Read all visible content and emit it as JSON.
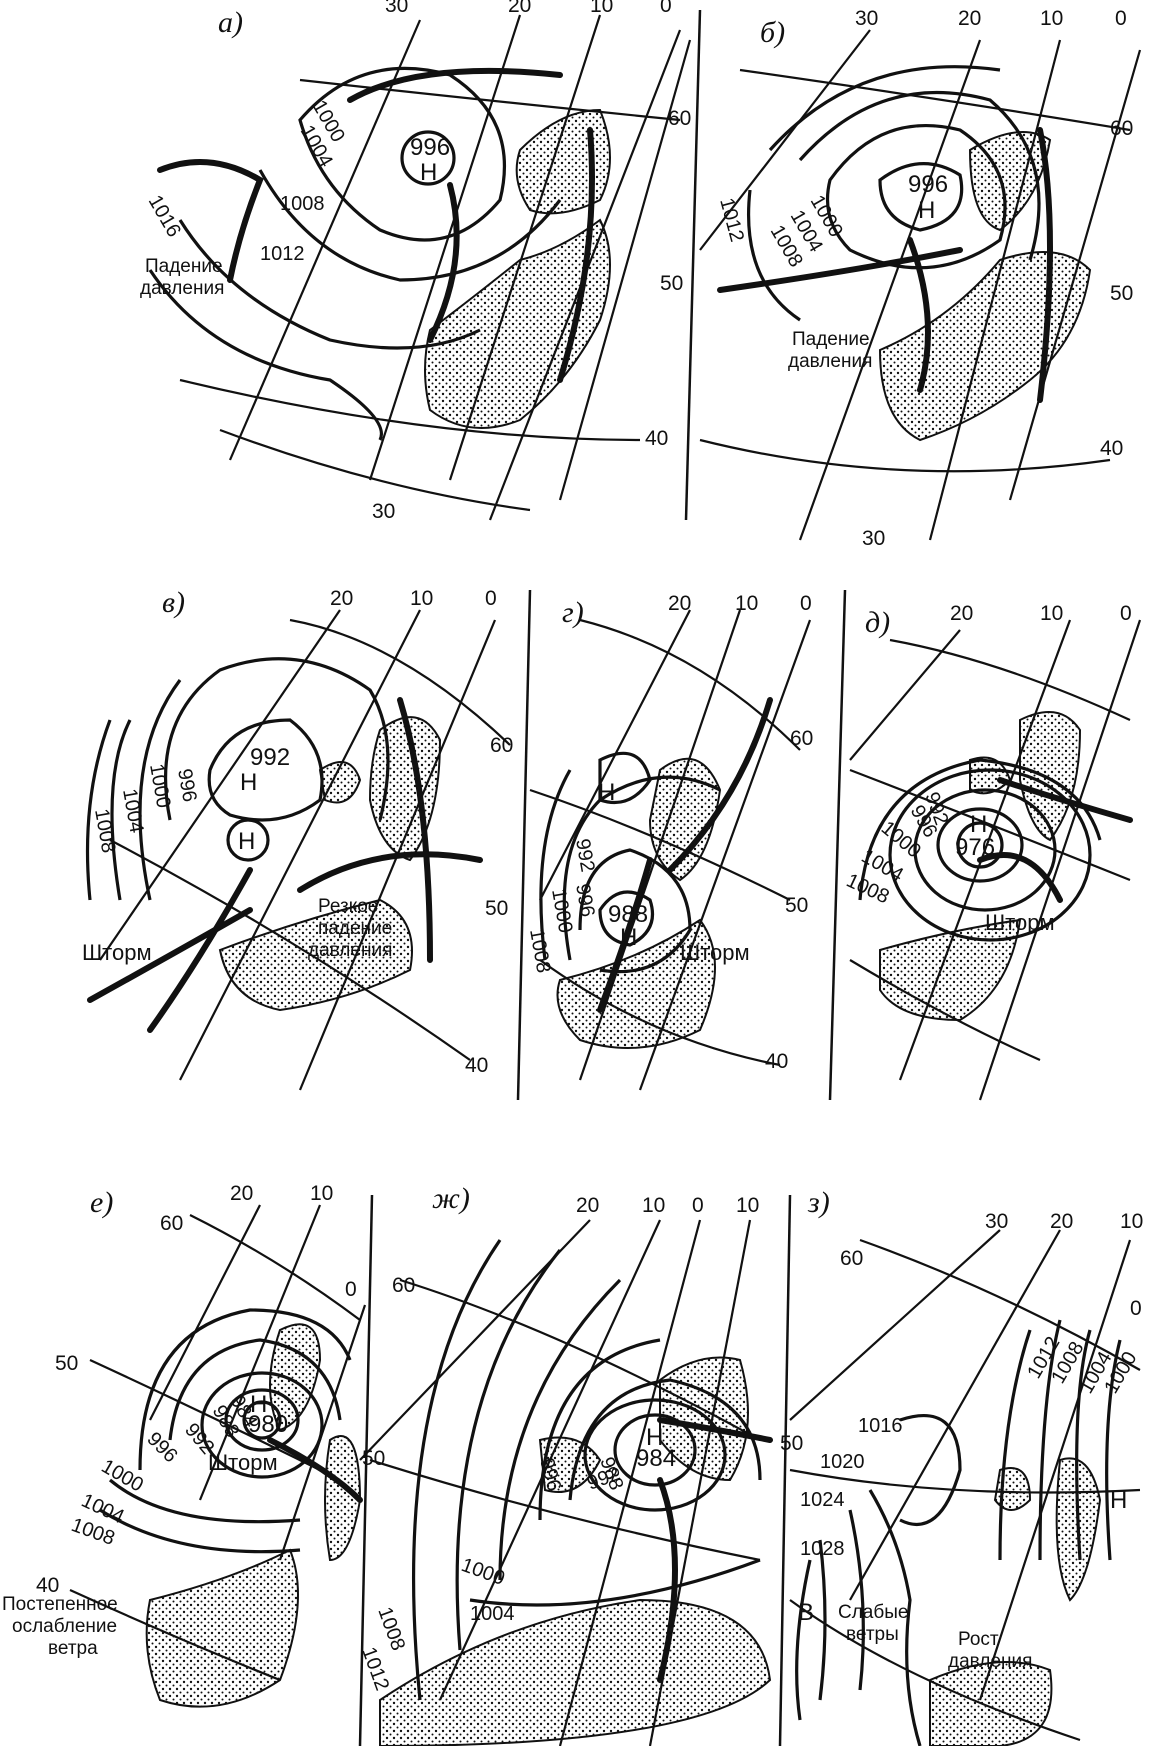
{
  "panels": [
    {
      "id": "a",
      "label": "а)",
      "pressure_center": "996",
      "center_letter": "Н",
      "longitudes": [
        "30",
        "20",
        "10",
        "0"
      ],
      "latitudes": [
        "60",
        "50",
        "40",
        "30"
      ],
      "isobars": [
        "1000",
        "1004",
        "1008",
        "1012",
        "1016"
      ],
      "note": [
        "Падение",
        "давления"
      ]
    },
    {
      "id": "b",
      "label": "б)",
      "pressure_center": "996",
      "center_letter": "Н",
      "longitudes": [
        "30",
        "20",
        "10",
        "0"
      ],
      "latitudes": [
        "60",
        "50",
        "40",
        "30"
      ],
      "isobars": [
        "1000",
        "1004",
        "1008",
        "1012"
      ],
      "note": [
        "Падение",
        "давления"
      ]
    },
    {
      "id": "v",
      "label": "в)",
      "pressure_center": "992",
      "center_letter": "Н",
      "second_center": "Н",
      "longitudes": [
        "20",
        "10",
        "0"
      ],
      "latitudes": [
        "60",
        "50",
        "40"
      ],
      "isobars": [
        "996",
        "1000",
        "1004",
        "1008"
      ],
      "note": [
        "Резкое",
        "падение",
        "давления"
      ],
      "storm": "Шторм"
    },
    {
      "id": "g",
      "label": "г)",
      "pressure_center": "988",
      "center_letter": "Н",
      "second_center": "Н",
      "longitudes": [
        "20",
        "10",
        "0"
      ],
      "latitudes": [
        "60",
        "50",
        "40"
      ],
      "isobars": [
        "992",
        "996",
        "1000",
        "1008"
      ],
      "storm": "Шторм"
    },
    {
      "id": "d",
      "label": "д)",
      "pressure_center": "976",
      "center_letter": "Н",
      "longitudes": [
        "20",
        "10",
        "0"
      ],
      "isobars": [
        "992",
        "996",
        "1000",
        "1004",
        "1008"
      ],
      "storm": "Шторм"
    },
    {
      "id": "e",
      "label": "е)",
      "pressure_center": "980",
      "center_letter": "Н",
      "longitudes": [
        "20",
        "10",
        "0"
      ],
      "latitudes": [
        "60",
        "50",
        "40"
      ],
      "isobars": [
        "984",
        "988",
        "992",
        "996",
        "1000",
        "1004",
        "1008"
      ],
      "storm": "Шторм",
      "note": [
        "Постепенное",
        "ослабление",
        "ветра"
      ]
    },
    {
      "id": "zh",
      "label": "ж)",
      "pressure_center": "984",
      "center_letter": "Н",
      "longitudes": [
        "20",
        "10",
        "0",
        "10"
      ],
      "latitudes": [
        "60",
        "50"
      ],
      "isobars": [
        "988",
        "992",
        "996",
        "1000",
        "1004",
        "1008",
        "1012"
      ]
    },
    {
      "id": "z",
      "label": "з)",
      "center_letter": "Н",
      "high_letter": "В",
      "longitudes": [
        "30",
        "20",
        "10",
        "0"
      ],
      "latitudes": [
        "60",
        "50"
      ],
      "isobars": [
        "1000",
        "1004",
        "1008",
        "1012",
        "1016",
        "1020",
        "1024",
        "1028"
      ],
      "note_weak": [
        "Слабые",
        "ветры"
      ],
      "note_rise": [
        "Рост",
        "давления"
      ]
    }
  ]
}
